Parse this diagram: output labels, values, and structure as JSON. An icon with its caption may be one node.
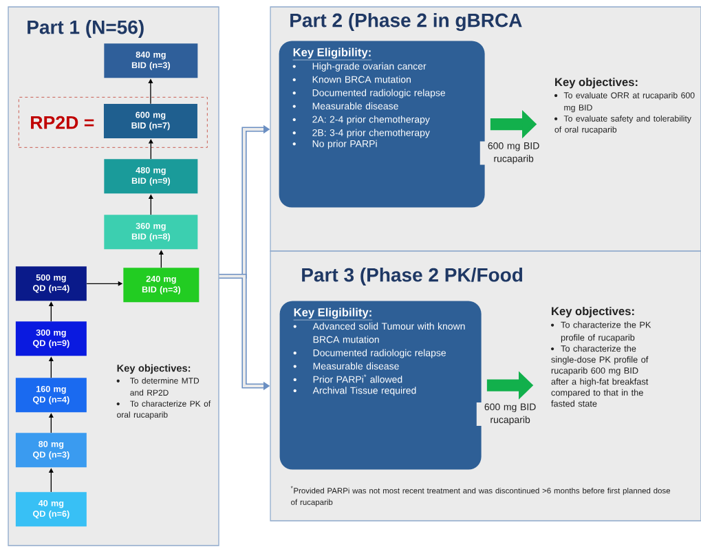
{
  "diagram": {
    "nodes": [
      {
        "text": [
          "Part 1 (N=56)"
        ]
      },
      {
        "text": [
          "840 mg BID (n=3)"
        ],
        "in": 0
      },
      {
        "text": [
          "RP2D ="
        ],
        "in": 0
      },
      {
        "text": [
          "600 mg BID (n=7)"
        ],
        "in": 2
      },
      {
        "text": [
          "480 mg BID (n=9)"
        ],
        "in": 0
      },
      {
        "text": [
          "360 mg BID (n=8)"
        ],
        "in": 0
      },
      {
        "text": [
          "500 mg QD (n=4)"
        ],
        "in": 0
      },
      {
        "text": [
          "240 mg BID (n=3)"
        ],
        "in": 0
      },
      {
        "text": [
          "300 mg QD (n=9)"
        ],
        "in": 0
      },
      {
        "text": [
          "160 mg QD (n=4)"
        ],
        "in": 0
      },
      {
        "text": [
          "80 mg QD (n=3)"
        ],
        "in": 0
      },
      {
        "text": [
          "40 mg QD (n=6)"
        ],
        "in": 0
      },
      {
        "text": [
          "Part 2 (Phase 2 in gBRCA"
        ]
      },
      {
        "text": [
          "Key Eligibility:",
          "High-grade ovarian cancer",
          "Known BRCA mutation",
          "Documented radiologic relapse",
          "Measurable disease",
          "2A: 2-4 prior chemotherapy",
          "2B: 3-4 prior chemotherapy",
          "No prior PARPi"
        ],
        "in": 12
      },
      {
        "text": [
          "Key objectives:",
          "To evaluate ORR at rucaparib 600 mg BID",
          "To evaluate safety and tolerability of oral rucaparib"
        ],
        "in": 12
      },
      {
        "text": [
          "Part 3 (Phase 2 PK/Food"
        ]
      },
      {
        "text": [
          "Key Eligibility:",
          "Advanced solid Tumour with known BRCA mutation",
          "Documented radiologic relapse",
          "Measurable disease",
          "Prior PARPi$^{*}$ allowed",
          "Archival Tissue required"
        ],
        "in": 15
      },
      {
        "text": [
          "Key objectives:",
          "To characterize the PK profile of rucaparib",
          "To characterize the single-dose PK profile of rucaparib 600 mg BID after a high-fat breakfast compared to that in the fasted state"
        ],
        "in": 15
      }
    ],
    "edges": [
      {
        "from": 11,
        "to": 10,
        "arrow": "to"
      },
      {
        "from": 10,
        "to": 9,
        "arrow": "to"
      },
      {
        "from": 9,
        "to": 8,
        "arrow": "to"
      },
      {
        "from": 8,
        "to": 6,
        "arrow": "to"
      },
      {
        "from": 6,
        "to": 7,
        "arrow": "to"
      },
      {
        "from": 7,
        "to": 5,
        "arrow": "to"
      },
      {
        "from": 5,
        "to": 4,
        "arrow": "to"
      },
      {
        "from": 4,
        "to": 3,
        "arrow": "to"
      },
      {
        "from": 3,
        "to": 1,
        "arrow": "to"
      },
      {
        "from": 0,
        "to": 12,
        "arrow": "to",
        "style": "thick",
        "color": "#6b8fc2"
      },
      {
        "from": 0,
        "to": 15,
        "arrow": "to",
        "style": "thick",
        "color": "#6b8fc2"
      },
      {
        "from": 13,
        "to": 14,
        "arrow": "to",
        "label": "600 mg BID rucaparib",
        "style": "thick",
        "color": "#12b04c"
      },
      {
        "from": 16,
        "to": 17,
        "arrow": "to",
        "label": "600 mg BID rucaparib",
        "style": "thick",
        "color": "#12b04c"
      }
    ],
    "labels": [
      "Key objectives:",
      "To determine MTD and RP2D",
      "To characterize PK of oral rucaparib",
      "$^{*}$Provided PARPi was not most recent treatment and was discontinued >6 months before first planned dose of rucaparib"
    ]
  }
}
